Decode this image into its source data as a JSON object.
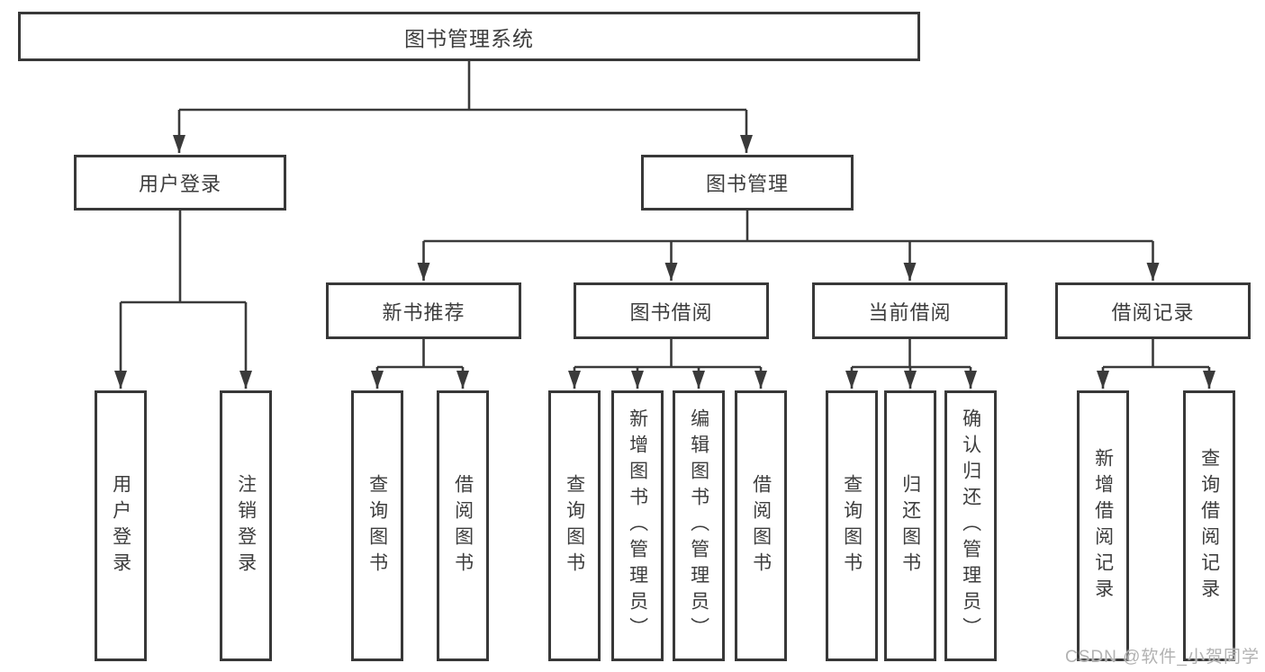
{
  "diagram": {
    "root": {
      "label": "图书管理系统"
    },
    "branches": [
      {
        "label": "用户登录",
        "children": [
          {
            "label": "用户登录"
          },
          {
            "label": "注销登录"
          }
        ]
      },
      {
        "label": "图书管理",
        "children": [
          {
            "label": "新书推荐",
            "children": [
              {
                "label": "查询图书"
              },
              {
                "label": "借阅图书"
              }
            ]
          },
          {
            "label": "图书借阅",
            "children": [
              {
                "label": "查询图书"
              },
              {
                "label": "新增图书（管理员）"
              },
              {
                "label": "编辑图书（管理员）"
              },
              {
                "label": "借阅图书"
              }
            ]
          },
          {
            "label": "当前借阅",
            "children": [
              {
                "label": "查询图书"
              },
              {
                "label": "归还图书"
              },
              {
                "label": "确认归还（管理员）"
              }
            ]
          },
          {
            "label": "借阅记录",
            "children": [
              {
                "label": "新增借阅记录"
              },
              {
                "label": "查询借阅记录"
              }
            ]
          }
        ]
      }
    ]
  },
  "watermark": {
    "text": "CSDN @软件_小贺同学"
  },
  "colors": {
    "line": "#3a3a3a",
    "box_border": "#383838",
    "text": "#3d3d3d",
    "watermark": "#b2b2b2",
    "background": "#ffffff"
  }
}
